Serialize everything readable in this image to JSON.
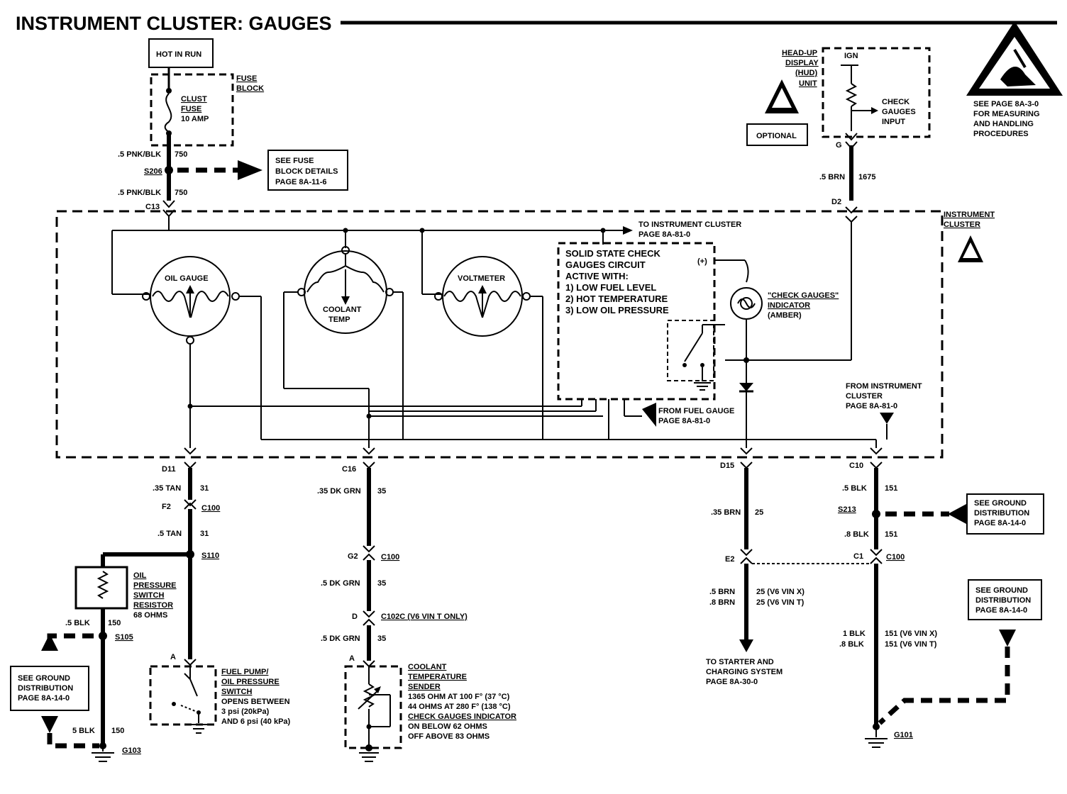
{
  "title": "INSTRUMENT CLUSTER: GAUGES",
  "top": {
    "hot_in_run": "HOT IN RUN",
    "fuse_block": [
      "FUSE",
      "BLOCK"
    ],
    "clust_fuse": [
      "CLUST",
      "FUSE",
      "10 AMP"
    ],
    "wire_top1": ".5 PNK/BLK",
    "wire_top1_num": "750",
    "splice_s206": "S206",
    "wire_top2": ".5 PNK/BLK",
    "wire_top2_num": "750",
    "conn_c13": "C13",
    "see_fuse": [
      "SEE FUSE",
      "BLOCK DETAILS",
      "PAGE 8A-11-6"
    ]
  },
  "hud": {
    "label": [
      "HEAD-UP",
      "DISPLAY",
      "(HUD)",
      "UNIT"
    ],
    "ign": "IGN",
    "check_input": [
      "CHECK",
      "GAUGES",
      "INPUT"
    ],
    "optional": "OPTIONAL",
    "conn_g": "G",
    "wire": ".5 BRN",
    "wire_num": "1675",
    "conn_d2": "D2"
  },
  "esd": [
    "SEE PAGE 8A-3-0",
    "FOR MEASURING",
    "AND HANDLING",
    "PROCEDURES"
  ],
  "cluster": {
    "label": [
      "INSTRUMENT",
      "CLUSTER"
    ],
    "to_cluster": [
      "TO INSTRUMENT CLUSTER",
      "PAGE 8A-81-0"
    ],
    "oil_gauge": "OIL GAUGE",
    "coolant_temp": [
      "COOLANT",
      "TEMP"
    ],
    "voltmeter": "VOLTMETER",
    "solid_state": [
      "SOLID STATE CHECK",
      "GAUGES CIRCUIT",
      "ACTIVE WITH:",
      "1) LOW FUEL LEVEL",
      "2) HOT TEMPERATURE",
      "3) LOW OIL PRESSURE"
    ],
    "plus": "(+)",
    "check_indicator": [
      "\"CHECK GAUGES\"",
      "INDICATOR",
      "(AMBER)"
    ],
    "from_fuel": [
      "FROM FUEL GAUGE",
      "PAGE 8A-81-0"
    ],
    "from_cluster": [
      "FROM INSTRUMENT",
      "CLUSTER",
      "PAGE 8A-81-0"
    ]
  },
  "oil_circuit": {
    "d11": "D11",
    "w1": ".35 TAN",
    "w1n": "31",
    "f2": "F2",
    "c100": "C100",
    "w2": ".5 TAN",
    "w2n": "31",
    "s110": "S110",
    "resistor": [
      "OIL",
      "PRESSURE",
      "SWITCH",
      "RESISTOR",
      "68 OHMS"
    ],
    "w3": ".5 BLK",
    "w3n": "150",
    "s105": "S105",
    "see_ground": [
      "SEE GROUND",
      "DISTRIBUTION",
      "PAGE 8A-14-0"
    ],
    "w4": "5 BLK",
    "w4n": "150",
    "g103": "G103",
    "conn_a": "A",
    "switch": [
      "FUEL PUMP/",
      "OIL PRESSURE",
      "SWITCH",
      "OPENS BETWEEN",
      "3 psi (20kPa)",
      "AND 6 psi (40 kPa)"
    ]
  },
  "coolant_circuit": {
    "c16": "C16",
    "w1": ".35 DK GRN",
    "w1n": "35",
    "g2": "G2",
    "c100": "C100",
    "w2": ".5 DK GRN",
    "w2n": "35",
    "d": "D",
    "c102c": "C102C (V6 VIN T ONLY)",
    "w3": ".5 DK GRN",
    "w3n": "35",
    "conn_a": "A",
    "sender": [
      "COOLANT",
      "TEMPERATURE",
      "SENDER",
      "1365 OHM AT 100 F° (37 °C)",
      "44 OHMS AT 280 F° (138 °C)",
      "CHECK GAUGES INDICATOR",
      "ON BELOW 62 OHMS",
      "OFF ABOVE 83 OHMS"
    ]
  },
  "charge_circuit": {
    "d15": "D15",
    "w1": ".35 BRN",
    "w1n": "25",
    "e2": "E2",
    "w2a": ".5 BRN",
    "w2an": "25 (V6 VIN X)",
    "w2b": ".8 BRN",
    "w2bn": "25 (V6 VIN T)",
    "to_starter": [
      "TO STARTER AND",
      "CHARGING SYSTEM",
      "PAGE 8A-30-0"
    ]
  },
  "ground_circuit": {
    "c10": "C10",
    "w1": ".5 BLK",
    "w1n": "151",
    "s213": "S213",
    "see_ground1": [
      "SEE GROUND",
      "DISTRIBUTION",
      "PAGE 8A-14-0"
    ],
    "w2": ".8 BLK",
    "w2n": "151",
    "c1": "C1",
    "c100": "C100",
    "see_ground2": [
      "SEE GROUND",
      "DISTRIBUTION",
      "PAGE 8A-14-0"
    ],
    "w3a": "1 BLK",
    "w3an": "151 (V6 VIN X)",
    "w3b": ".8 BLK",
    "w3bn": "151 (V6 VIN T)",
    "g101": "G101"
  }
}
